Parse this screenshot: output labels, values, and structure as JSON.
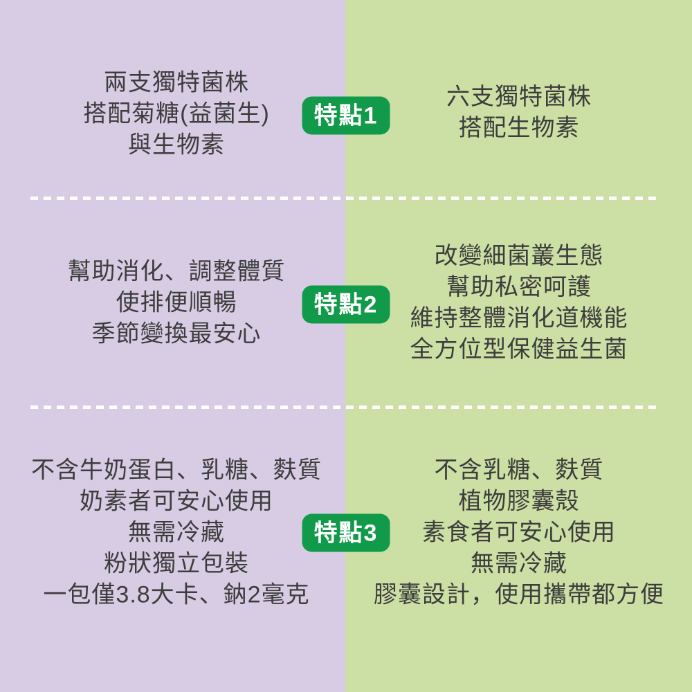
{
  "infographic": {
    "colors": {
      "left_column_bg": "#d7cce4",
      "right_column_bg": "#ccdfa4",
      "badge_bg": "#129a4b",
      "badge_text": "#ffffff",
      "body_text": "#3d3d3d",
      "divider": "#ffffff"
    },
    "sections": [
      {
        "badge_label": "特點1",
        "left_lines": [
          "兩支獨特菌株",
          "搭配菊糖(益菌生)",
          "與生物素"
        ],
        "right_lines": [
          "六支獨特菌株",
          "搭配生物素"
        ]
      },
      {
        "badge_label": "特點2",
        "left_lines": [
          "幫助消化、調整體質",
          "使排便順暢",
          "季節變換最安心"
        ],
        "right_lines": [
          "改變細菌叢生態",
          "幫助私密呵護",
          "維持整體消化道機能",
          "全方位型保健益生菌"
        ]
      },
      {
        "badge_label": "特點3",
        "left_lines": [
          "不含牛奶蛋白、乳糖、麩質",
          "奶素者可安心使用",
          "無需冷藏",
          "粉狀獨立包裝",
          "一包僅3.8大卡、鈉2毫克"
        ],
        "right_lines": [
          "不含乳糖、麩質",
          "植物膠囊殼",
          "素食者可安心使用",
          "無需冷藏",
          "膠囊設計，使用攜帶都方便"
        ]
      }
    ]
  }
}
